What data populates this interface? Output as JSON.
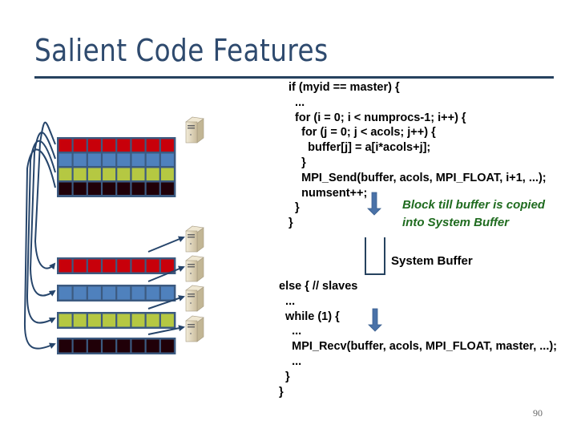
{
  "title": "Salient Code Features",
  "master_code": [
    "if (myid == master) {",
    "  ...",
    "  for (i = 0; i < numprocs-1; i++) {",
    "    for (j = 0; j < acols; j++) {",
    "      buffer[j] = a[i*acols+j];",
    "    }",
    "    MPI_Send(buffer, acols, MPI_FLOAT, i+1, ...);",
    "    numsent++;",
    "  }",
    "}"
  ],
  "slave_code": [
    "else { // slaves",
    "  ...",
    "  while (1) {",
    "    ...",
    "    MPI_Recv(buffer, acols, MPI_FLOAT, master, ...);",
    "    ...",
    "  }",
    "}"
  ],
  "annotation": {
    "line1": "Block till buffer is copied",
    "line2": "into System Buffer"
  },
  "system_buffer_label": "System Buffer",
  "page_number": "90",
  "diagram": {
    "cells_per_row": 8,
    "row_colors": [
      "#c8000a",
      "#4f81bd",
      "#b5c842",
      "#200008"
    ],
    "frame_color": "#3c5a80",
    "arrow_color": "#26456b",
    "block_arrow_color": "#4a72a8",
    "master_label": "server-icon",
    "worker_count": 4
  }
}
